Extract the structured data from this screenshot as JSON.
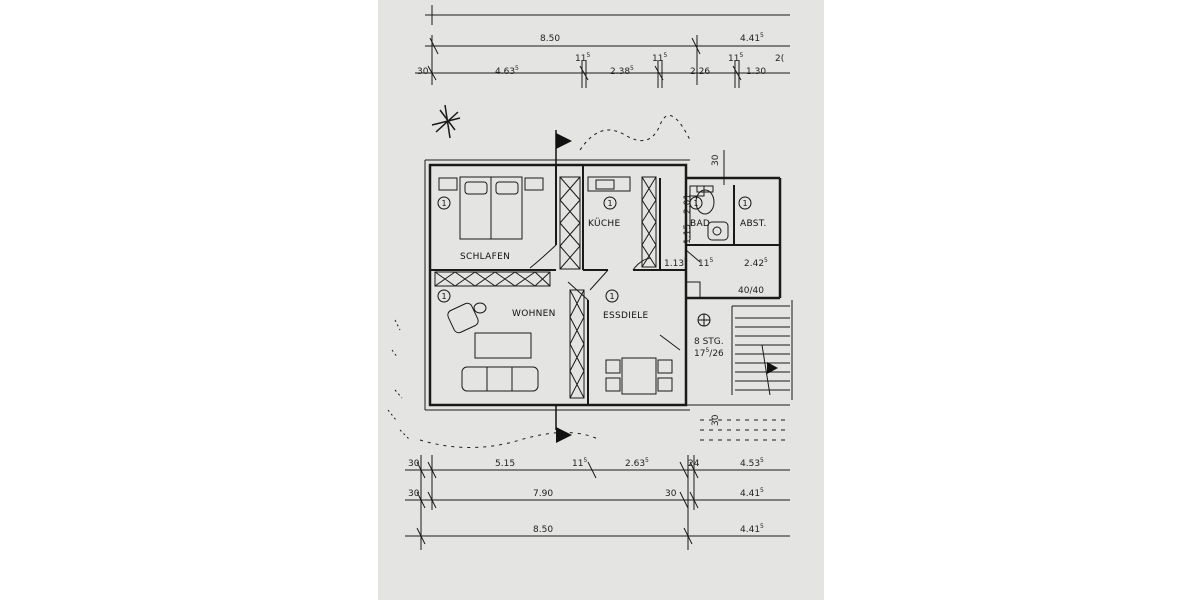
{
  "dimensions": {
    "top_total": "8.50",
    "top_right": "4.41",
    "top_right_sup": "5",
    "top_wall_a": "11",
    "top_wall_a_sup": "5",
    "top_wall_b": "11",
    "top_wall_b_sup": "5",
    "top_wall_c": "11",
    "top_wall_c_sup": "5",
    "top_edge_cut": "2(",
    "top_row2_30": "30",
    "top_row2_463": "4.63",
    "top_row2_463_sup": "5",
    "top_row2_238": "2.38",
    "top_row2_238_sup": "5",
    "top_row2_226": "2.26",
    "top_row2_130": "1.30",
    "right_30": "30",
    "bot1_30": "30",
    "bot1_515": "5.15",
    "bot1_11": "11",
    "bot1_11_sup": "5",
    "bot1_263": "2.63",
    "bot1_263_sup": "5",
    "bot1_24": "24",
    "bot1_453": "4.53",
    "bot1_453_sup": "5",
    "bot2_30": "30",
    "bot2_790": "7.90",
    "bot2_30b": "30",
    "bot2_441": "4.41",
    "bot2_441_sup": "5",
    "bot3_850": "8.50",
    "bot3_441": "4.41",
    "bot3_441_sup": "5",
    "inner_113": "1.13",
    "inner_113_sup": "5",
    "inner_11": "11",
    "inner_11_sup": "5",
    "inner_242": "2.42",
    "inner_242_sup": "5",
    "inner_115": "1.15",
    "inner_201": "2.01",
    "chimney": "40/40",
    "bottom_30": "30"
  },
  "rooms": {
    "schlafen": "SCHLAFEN",
    "kueche": "KÜCHE",
    "bad": "BAD",
    "abst": "ABST.",
    "wohnen": "WOHNEN",
    "essdiele": "ESSDIELE"
  },
  "markers": {
    "circle_label": "1"
  },
  "stairs": {
    "steps": "8 STG.",
    "rise_run": "17",
    "rise_run_sup": "5",
    "rise_run_tail": "/26"
  }
}
